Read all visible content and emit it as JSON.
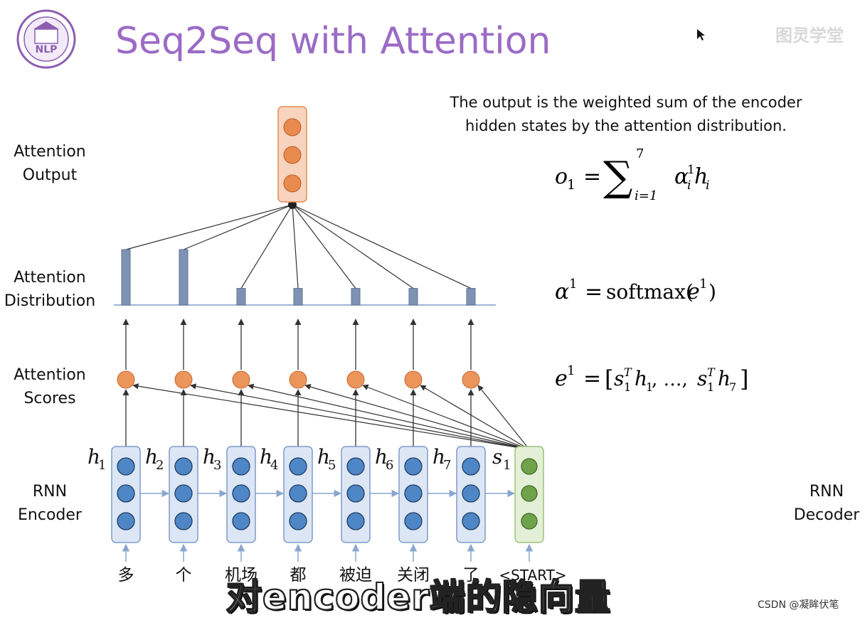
{
  "header": {
    "title": "Seq2Seq with Attention",
    "logo_text": "NLP",
    "corner_text": "图灵学堂"
  },
  "labels": {
    "attention_output": [
      "Attention",
      "Output"
    ],
    "attention_distribution": [
      "Attention",
      "Distribution"
    ],
    "attention_scores": [
      "Attention",
      "Scores"
    ],
    "rnn_encoder": [
      "RNN",
      "Encoder"
    ],
    "rnn_decoder": [
      "RNN",
      "Decoder"
    ]
  },
  "explanation": "The output is the weighted sum of the encoder hidden states by the attention distribution.",
  "formulas": {
    "output": {
      "lhs": "o",
      "lhs_sub": "1",
      "eq": "=",
      "sum_upper": "7",
      "sum_lower": "i=1",
      "term": "α",
      "term_sup": "1",
      "term_sub": "i",
      "h": "h",
      "h_sub": "i"
    },
    "distribution": {
      "lhs": "α",
      "lhs_sup": "1",
      "eq": "=",
      "fn": "softmax(",
      "arg": "e",
      "arg_sup": "1",
      "close": ")"
    },
    "scores": {
      "lhs": "e",
      "lhs_sup": "1",
      "eq": "=",
      "open": "[",
      "s": "s",
      "s_sub": "1",
      "s_sup": "T",
      "h": "h",
      "h1_sub": "1",
      "dots": ", …, ",
      "h7_sub": "7",
      "close": "]"
    }
  },
  "encoder": {
    "hidden_labels": [
      {
        "base": "h",
        "sub": "1"
      },
      {
        "base": "h",
        "sub": "2"
      },
      {
        "base": "h",
        "sub": "3"
      },
      {
        "base": "h",
        "sub": "4"
      },
      {
        "base": "h",
        "sub": "5"
      },
      {
        "base": "h",
        "sub": "6"
      },
      {
        "base": "h",
        "sub": "7"
      }
    ],
    "inputs": [
      "多",
      "个",
      "机场",
      "都",
      "被迫",
      "关闭",
      "了"
    ],
    "distribution_weights": [
      0.5,
      0.5,
      0.15,
      0.15,
      0.15,
      0.15,
      0.15
    ]
  },
  "decoder": {
    "state_label": {
      "base": "s",
      "sub": "1"
    },
    "input": "<START>"
  },
  "colors": {
    "title": "#9b6bc6",
    "encoder_fill": "#dde6f4",
    "encoder_stroke": "#7f9cc8",
    "encoder_dot": "#4f86c6",
    "decoder_fill": "#e4efd7",
    "decoder_stroke": "#9cc27a",
    "decoder_dot": "#6fa24b",
    "output_fill": "#f8d3bd",
    "output_stroke": "#e38b56",
    "output_dot": "#e98a4e",
    "score_dot": "#ec955b",
    "bar": "#7e92b4"
  },
  "subtitle": "对encoder端的隐向量",
  "watermark": "CSDN @凝眸伏笔"
}
